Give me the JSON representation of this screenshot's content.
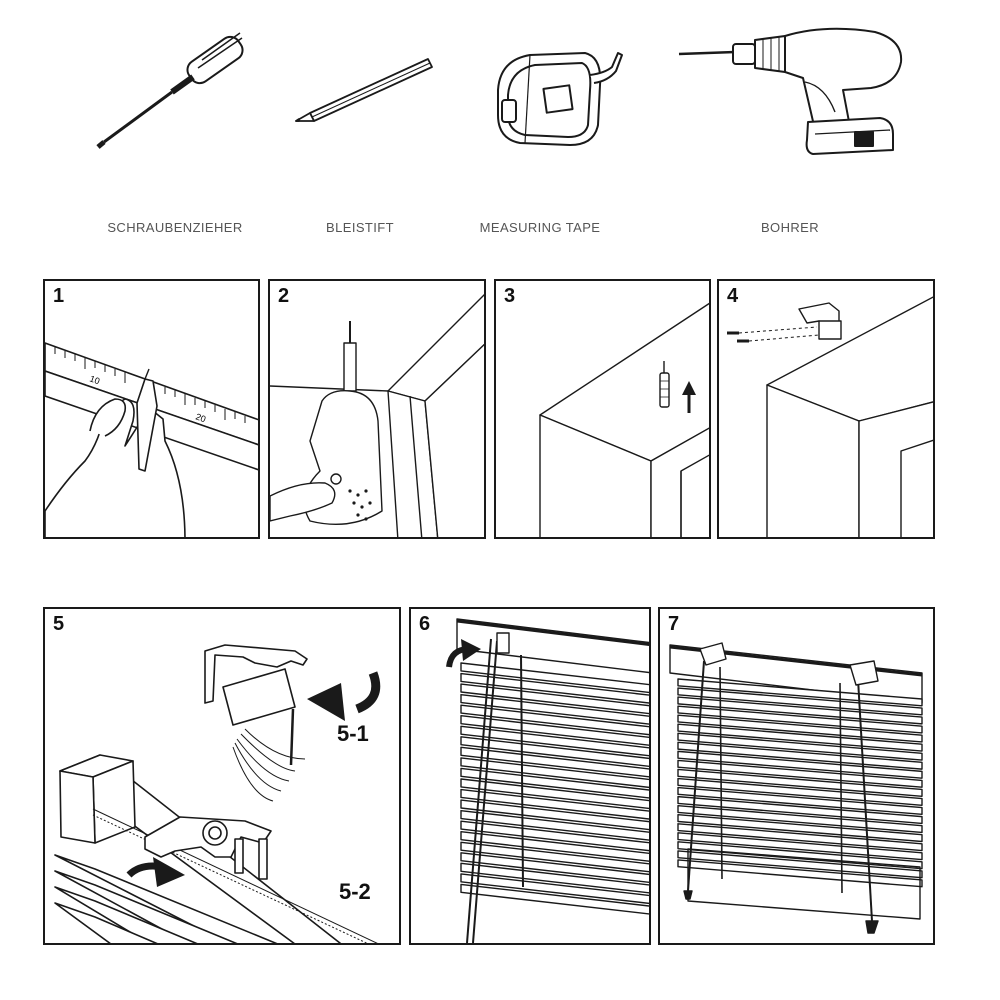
{
  "tools": [
    {
      "name": "screwdriver",
      "label": "SCHRAUBENZIEHER",
      "icon": "screwdriver-icon"
    },
    {
      "name": "pencil",
      "label": "BLEISTIFT",
      "icon": "pencil-icon"
    },
    {
      "name": "measuring-tape",
      "label": "MEASURING TAPE",
      "icon": "measuring-tape-icon"
    },
    {
      "name": "drill",
      "label": "BOHRER",
      "icon": "drill-icon"
    }
  ],
  "steps": [
    {
      "number": "1",
      "ruler_marks": [
        "10",
        "20"
      ]
    },
    {
      "number": "2"
    },
    {
      "number": "3"
    },
    {
      "number": "4"
    },
    {
      "number": "5",
      "sub_labels": [
        "5-1",
        "5-2"
      ]
    },
    {
      "number": "6"
    },
    {
      "number": "7"
    }
  ],
  "colors": {
    "line": "#1a1a1a",
    "label": "#555555",
    "panel_border": "#1a1a1a"
  }
}
